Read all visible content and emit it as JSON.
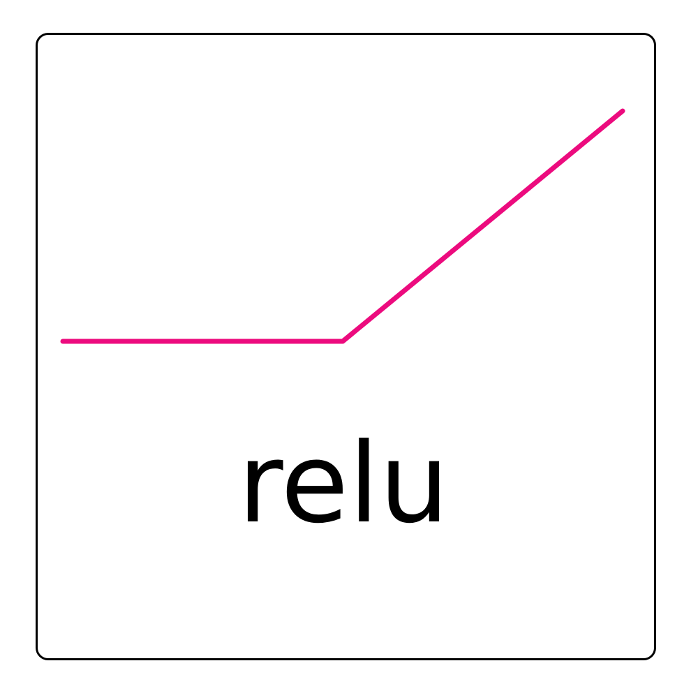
{
  "icon": {
    "label": "relu",
    "line_color": "#ec0b7e",
    "border_color": "#000000",
    "function": {
      "name": "relu",
      "x_range": [
        -1,
        1
      ],
      "points": [
        [
          -1,
          0
        ],
        [
          0,
          0
        ],
        [
          1,
          1
        ]
      ]
    }
  }
}
